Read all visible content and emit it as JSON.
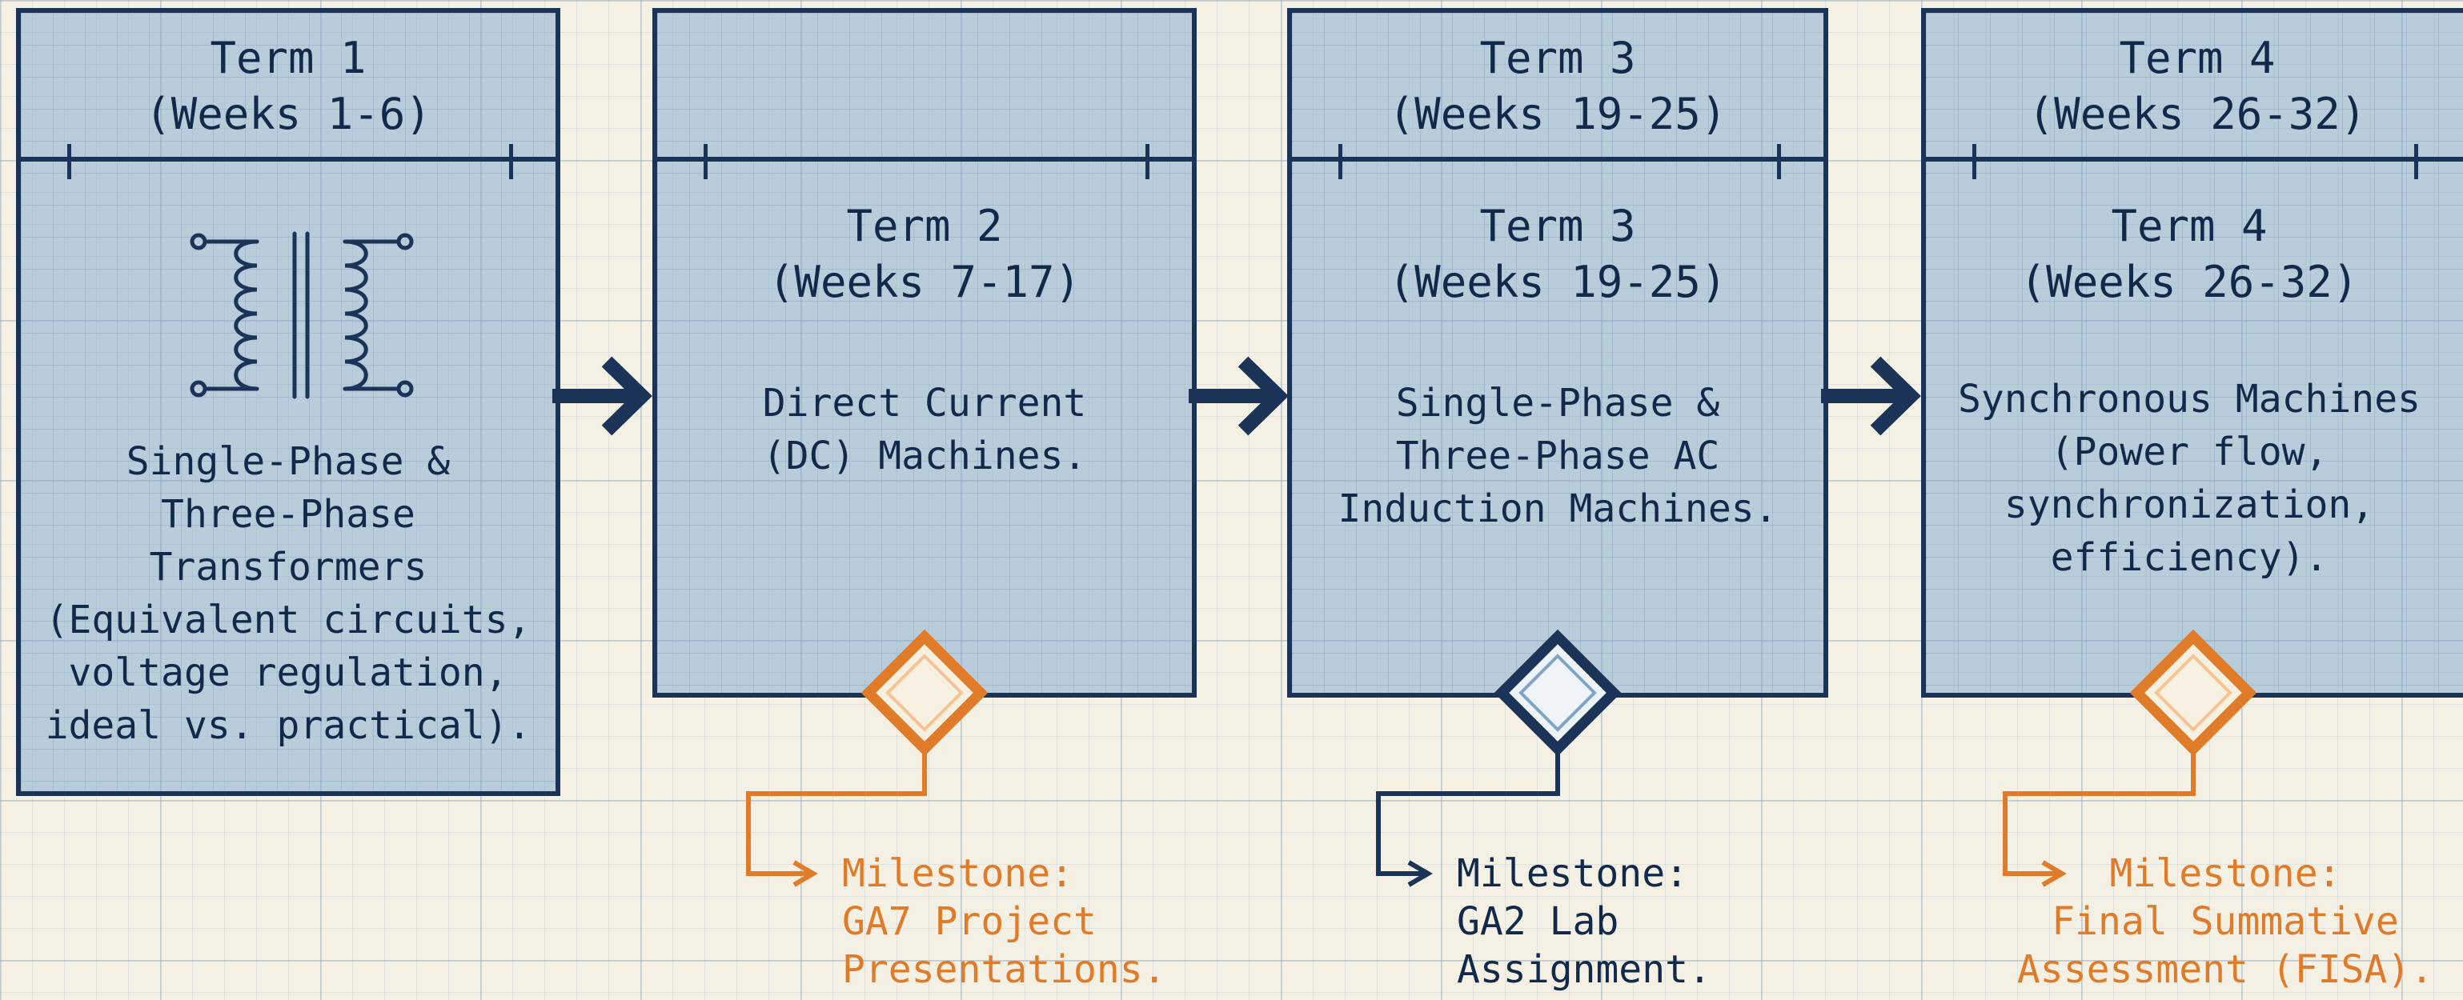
{
  "colors": {
    "navy": "#1a3357",
    "orange": "#e07b2a",
    "panel": "#8fb6d8"
  },
  "terms": [
    {
      "header": {
        "term": "Term 1",
        "weeks": "(Weeks 1-6)"
      },
      "icon": "transformer-icon",
      "body": "Single-Phase &\nThree-Phase\nTransformers\n(Equivalent circuits,\nvoltage regulation,\nideal vs. practical)."
    },
    {
      "header": {
        "term": "",
        "weeks": ""
      },
      "inner": {
        "term": "Term 2",
        "weeks": "(Weeks 7-17)"
      },
      "body": "Direct Current\n(DC) Machines."
    },
    {
      "header": {
        "term": "Term 3",
        "weeks": "(Weeks 19-25)"
      },
      "inner": {
        "term": "Term 3",
        "weeks": "(Weeks 19-25)"
      },
      "body": "Single-Phase &\nThree-Phase AC\nInduction Machines."
    },
    {
      "header": {
        "term": "Term 4",
        "weeks": "(Weeks 26-32)"
      },
      "inner": {
        "term": "Term 4",
        "weeks": "(Weeks 26-32)"
      },
      "body": "Synchronous Machines\n(Power flow,\nsynchronization,\nefficiency)."
    }
  ],
  "milestones": [
    {
      "text": "Milestone:\nGA7 Project\nPresentations.",
      "color": "#e07b2a"
    },
    {
      "text": "Milestone:\nGA2 Lab\nAssignment.",
      "color": "#1a3357"
    },
    {
      "text": "Milestone:\nFinal Summative\nAssessment (FISA).",
      "color": "#e07b2a"
    }
  ]
}
